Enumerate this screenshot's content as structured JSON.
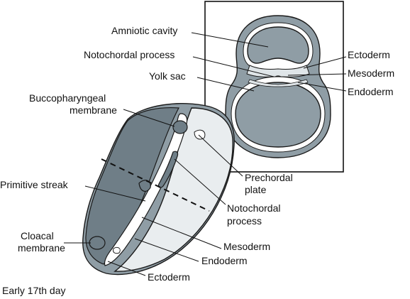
{
  "labels": {
    "amniotic_cavity": "Amniotic cavity",
    "notochordal_process_inset": "Notochordal process",
    "yolk_sac": "Yolk sac",
    "ectoderm_inset": "Ectoderm",
    "mesoderm_inset": "Mesoderm",
    "endoderm_inset": "Endoderm",
    "buccopharyngeal_line1": "Buccopharyngeal",
    "buccopharyngeal_line2": "membrane",
    "primitive_streak": "Primitive streak",
    "prechordal_line1": "Prechordal",
    "prechordal_line2": "plate",
    "notochordal_line1": "Notochordal",
    "notochordal_line2": "process",
    "cloacal_line1": "Cloacal",
    "cloacal_line2": "membrane",
    "mesoderm_main": "Mesoderm",
    "endoderm_main": "Endoderm",
    "ectoderm_main": "Ectoderm",
    "caption": "Early 17th day"
  },
  "colors": {
    "tissue": "#8f9da5",
    "tissue_dark": "#6f7e87",
    "pale": "#e9edef",
    "line": "#111111"
  }
}
